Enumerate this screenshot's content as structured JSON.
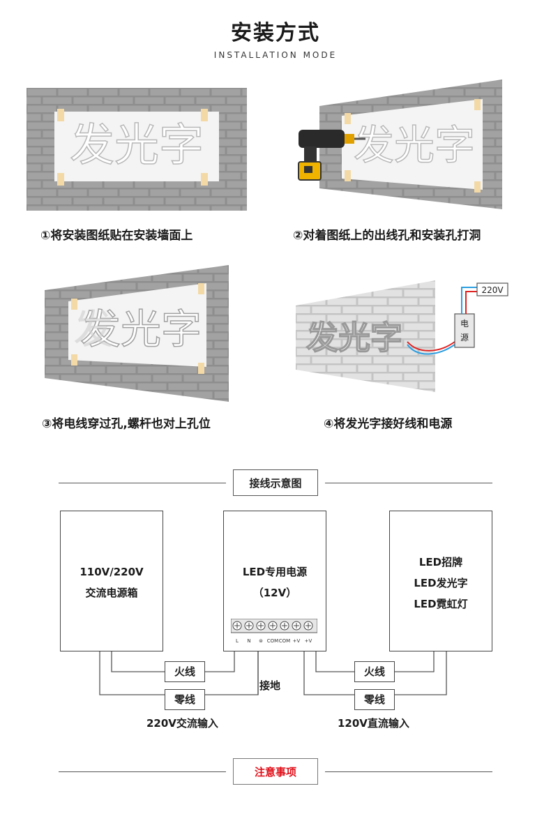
{
  "header": {
    "title": "安装方式",
    "subtitle": "INSTALLATION MODE"
  },
  "steps": [
    {
      "caption": "①将安装图纸贴在安装墙面上",
      "sign_text": "发光字"
    },
    {
      "caption": "②对着图纸上的出线孔和安装孔打洞",
      "sign_text": "发光字"
    },
    {
      "caption": "③将电线穿过孔,螺杆也对上孔位",
      "sign_text": "发光字"
    },
    {
      "caption": "④将发光字接好线和电源",
      "sign_text": "发光字",
      "voltage": "220V",
      "power_label": [
        "电",
        "源"
      ]
    }
  ],
  "wiring": {
    "title": "接线示意图",
    "left_box": [
      "110V/220V",
      "交流电源箱"
    ],
    "center_box": [
      "LED专用电源",
      "（12V）"
    ],
    "right_box": [
      "LED招牌",
      "LED发光字",
      "LED霓虹灯"
    ],
    "terminals": [
      "L",
      "N",
      "⊜",
      "COM",
      "COM",
      "+V",
      "+V"
    ],
    "live_left": "火线",
    "neutral_left": "零线",
    "ground": "接地",
    "live_right": "火线",
    "neutral_right": "零线",
    "input_left": "220V交流输入",
    "input_right": "120V直流输入"
  },
  "notes": {
    "title": "注意事项",
    "color": "#e0101a"
  }
}
